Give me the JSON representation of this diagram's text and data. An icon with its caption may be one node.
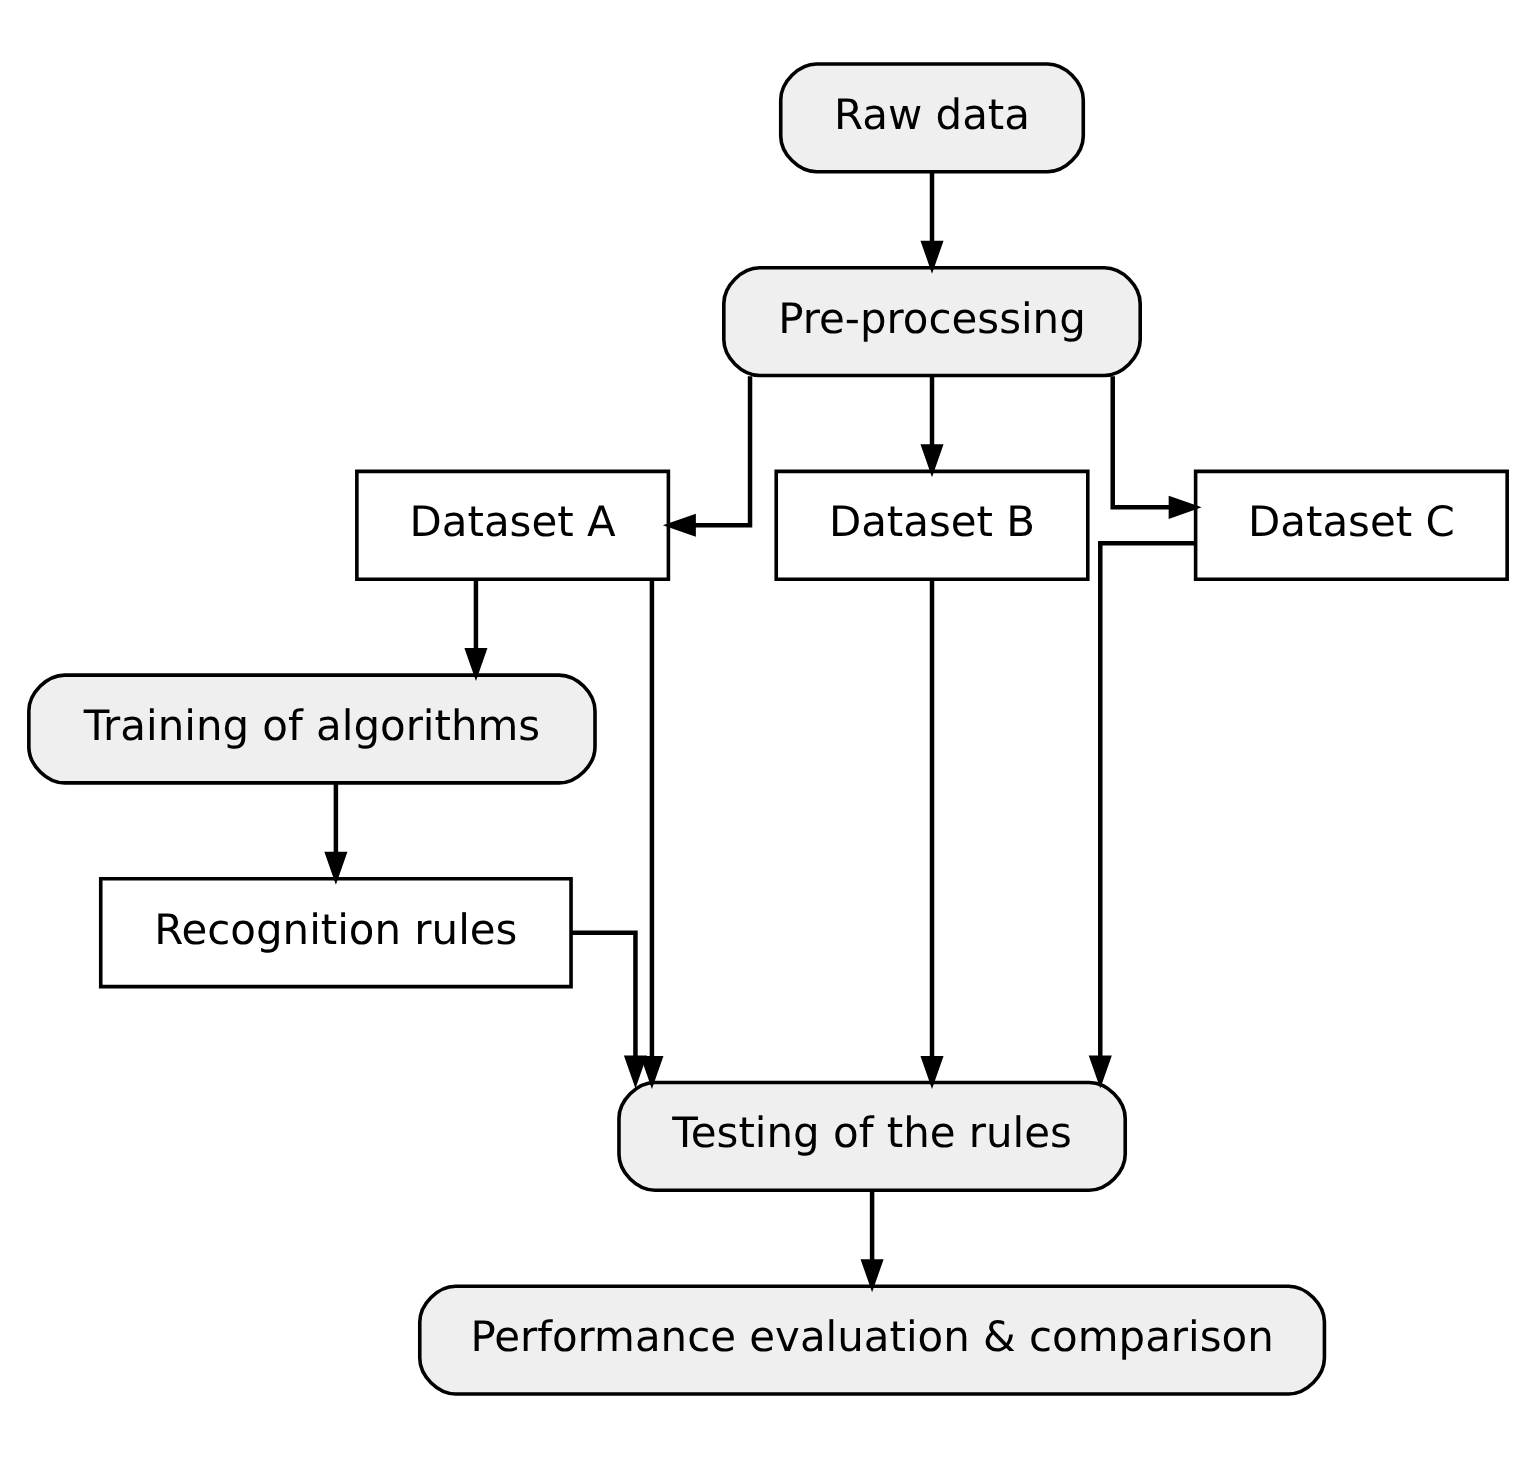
{
  "diagram": {
    "nodes": [
      {
        "text": [
          "Raw data"
        ]
      },
      {
        "text": [
          "Pre-processing"
        ]
      },
      {
        "text": [
          "Dataset A"
        ]
      },
      {
        "text": [
          "Dataset B"
        ]
      },
      {
        "text": [
          "Dataset C"
        ]
      },
      {
        "text": [
          "Training of algorithms"
        ]
      },
      {
        "text": [
          "Recognition rules"
        ]
      },
      {
        "text": [
          "Testing of the rules"
        ]
      },
      {
        "text": [
          "Performance evaluation & comparison"
        ]
      }
    ],
    "edges": [
      {
        "from": 0,
        "to": 1,
        "arrow": "to"
      },
      {
        "from": 1,
        "to": 2,
        "arrow": "to"
      },
      {
        "from": 1,
        "to": 3,
        "arrow": "to"
      },
      {
        "from": 1,
        "to": 4,
        "arrow": "to"
      },
      {
        "from": 2,
        "to": 5,
        "arrow": "to"
      },
      {
        "from": 5,
        "to": 6,
        "arrow": "to"
      },
      {
        "from": 6,
        "to": 7,
        "arrow": "to"
      },
      {
        "from": 2,
        "to": 7,
        "arrow": "to"
      },
      {
        "from": 3,
        "to": 7,
        "arrow": "to"
      },
      {
        "from": 4,
        "to": 7,
        "arrow": "to"
      },
      {
        "from": 7,
        "to": 8,
        "arrow": "to"
      }
    ]
  }
}
